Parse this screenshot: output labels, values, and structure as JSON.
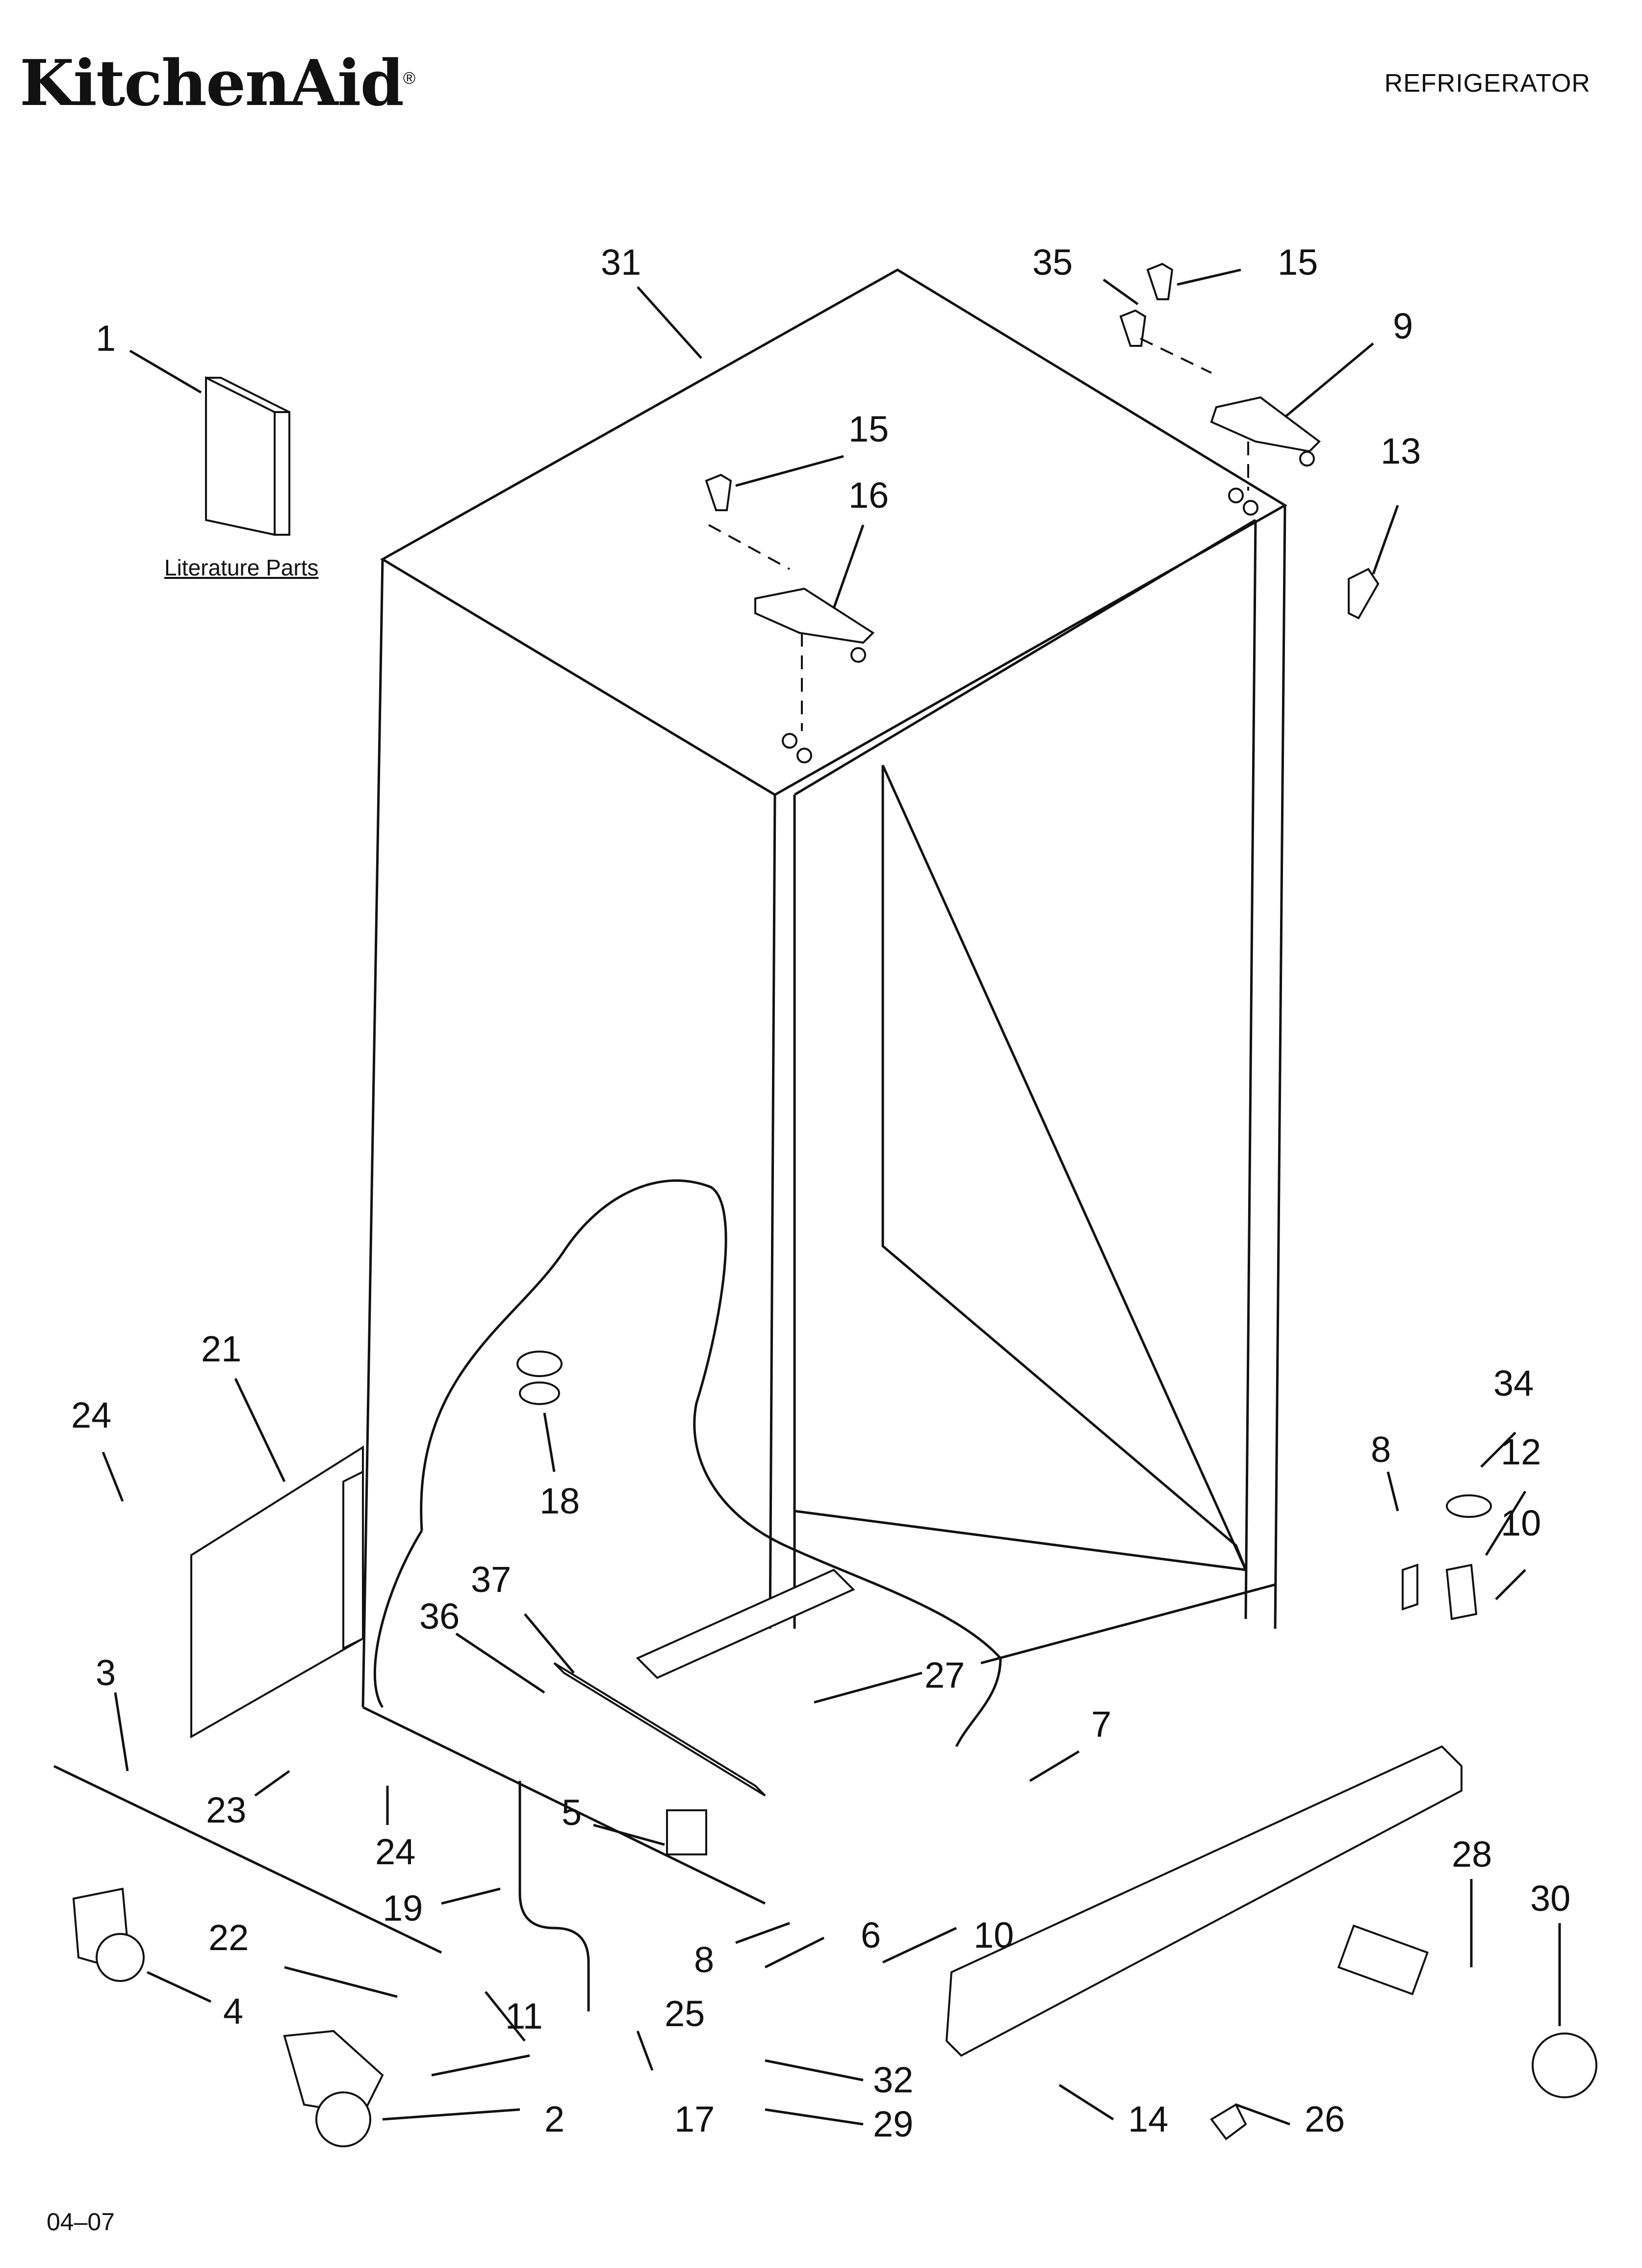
{
  "header": {
    "brand": "KitchenAid",
    "brand_mark": "®",
    "title": "REFRIGERATOR"
  },
  "literature_label": "Literature Parts",
  "footer": {
    "code": "04–07"
  },
  "callouts": [
    "1",
    "31",
    "35",
    "15",
    "9",
    "15",
    "16",
    "13",
    "21",
    "24",
    "18",
    "37",
    "36",
    "27",
    "7",
    "5",
    "3",
    "23",
    "24",
    "19",
    "22",
    "4",
    "11",
    "8",
    "25",
    "6",
    "10",
    "2",
    "17",
    "32",
    "29",
    "14",
    "26",
    "28",
    "30",
    "34",
    "8",
    "12",
    "10"
  ]
}
